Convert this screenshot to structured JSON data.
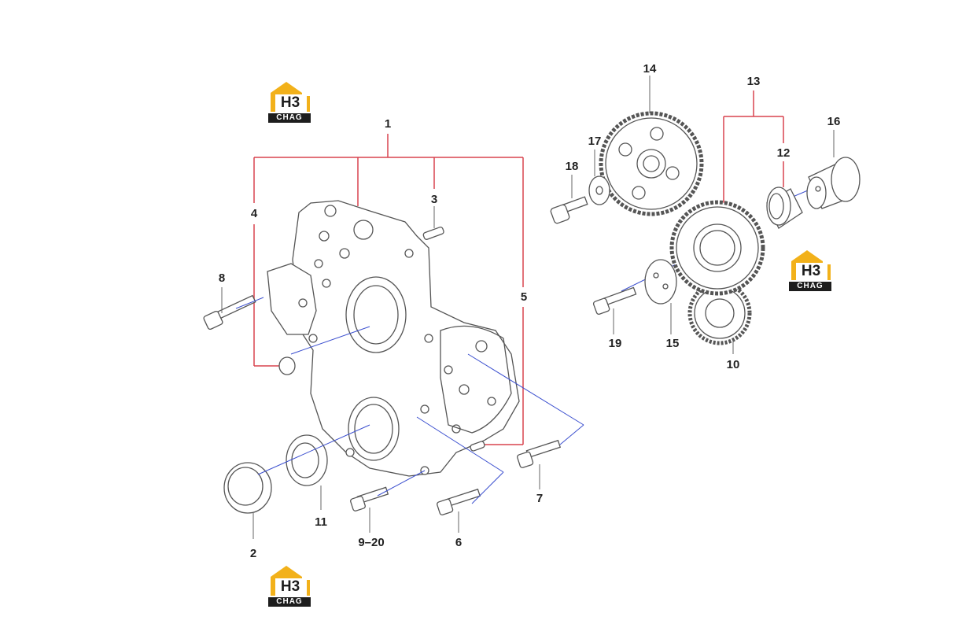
{
  "logo": {
    "mark": "H3",
    "text": "CHAG",
    "primary_color": "#f2b11a",
    "dark_color": "#1d1d1d"
  },
  "callouts": {
    "c1": "1",
    "c2": "2",
    "c3": "3",
    "c4": "4",
    "c5": "5",
    "c6": "6",
    "c7": "7",
    "c8": "8",
    "c9_20": "9–20",
    "c10": "10",
    "c11": "11",
    "c12": "12",
    "c13": "13",
    "c14": "14",
    "c15": "15",
    "c16": "16",
    "c17": "17",
    "c18": "18",
    "c19": "19"
  },
  "colors": {
    "leader": "#d9434f",
    "line": "#555555",
    "assembly": "#3b4fcf"
  }
}
